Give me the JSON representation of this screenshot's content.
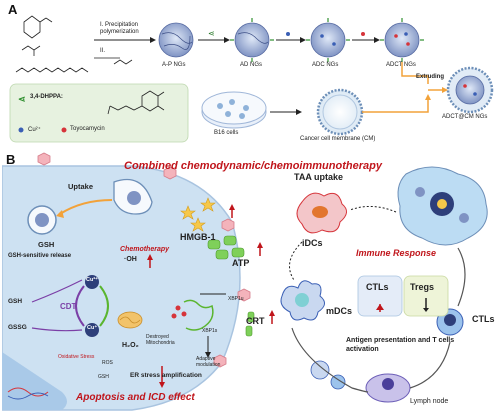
{
  "panel_a": {
    "label": "A",
    "steps": {
      "step1": "I. Precipitation polymerization",
      "step2": "II."
    },
    "nanogels": [
      "A-P NGs",
      "AD NGs",
      "ADC NGs",
      "ADCT NGs",
      "ADCT@CM NGs"
    ],
    "extruding": "Extruding",
    "legend": {
      "dhppa_label": "3,4-DHPPA:",
      "cu_label": "Cu²⁺",
      "toyocamycin_label": "Toyocamycin"
    },
    "b16_label": "B16 cells",
    "membrane_label": "Cancer cell membrane (CM)"
  },
  "panel_b": {
    "label": "B",
    "title": "Combined chemodynamic/chemoimmunotherapy",
    "uptake": "Uptake",
    "gsh": "GSH",
    "gsh_release": "GSH-sensitive release",
    "gsh_left": "GSH",
    "gssg": "GSSG",
    "cdt": "CDT",
    "cu_plus2": "Cu²⁺",
    "cu_plus1": "Cu⁺",
    "chemotherapy": "Chemotherapy",
    "oh": "·OH",
    "h2o2": "H₂O₂",
    "destroyed_mito": "Destroyed Mitochondria",
    "ox_stress": "Oxidative Stress",
    "ros": "ROS",
    "gsh_small": "GSH",
    "xbp1u": "XBP1u",
    "xbp1s": "XBP1s",
    "adaptive": "Adaptive modulation",
    "er_stress": "ER stress amplification",
    "apoptosis": "Apoptosis and ICD effect",
    "hmgb1": "HMGB-1",
    "atp": "ATP",
    "crt": "CRT",
    "taa_uptake": "TAA uptake",
    "idcs": "iDCs",
    "immune_response": "Immune Response",
    "mdcs": "mDCs",
    "ctls_box": "CTLs",
    "tregs_box": "Tregs",
    "antigen": "Antigen presentation and T cells activation",
    "lymph_node": "Lymph node",
    "ctls": "CTLs"
  },
  "colors": {
    "dark_red": "#c0151b",
    "cell_bg": "#cde1f2",
    "nucleus": "#a9c9e8",
    "legend_box": "#e7f2e0",
    "arrow_orange": "#f2a23a",
    "green": "#5ab52f",
    "purple": "#7b3fa6"
  }
}
